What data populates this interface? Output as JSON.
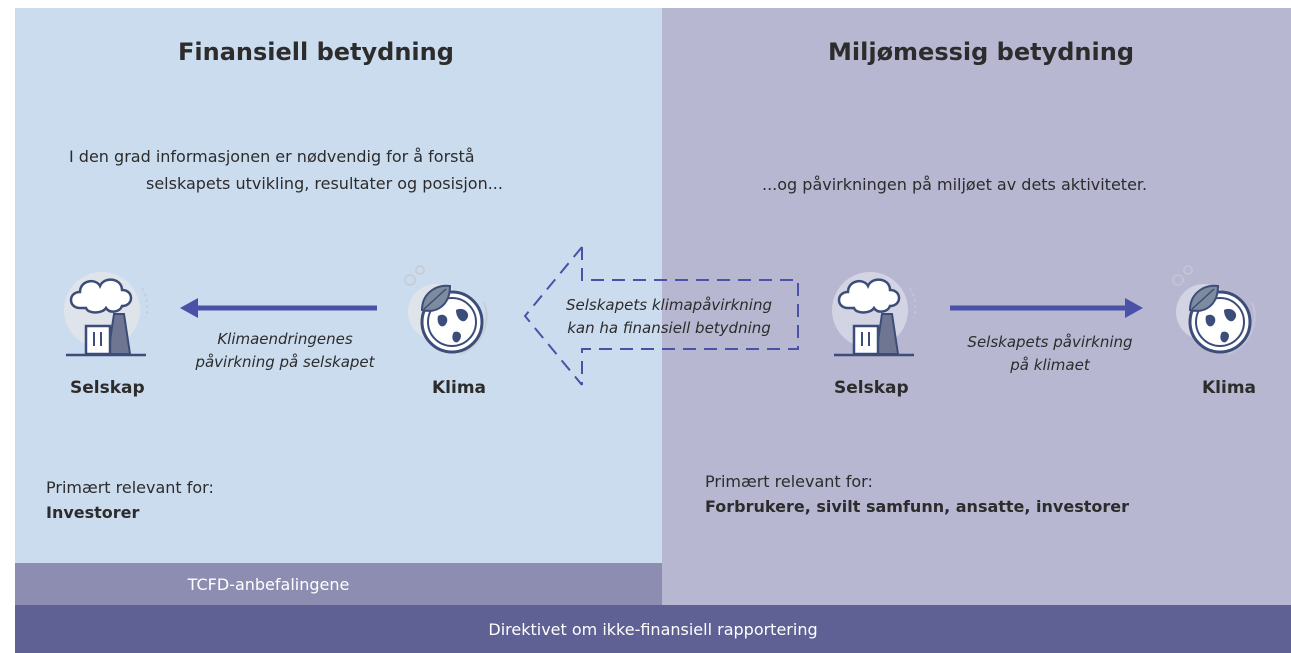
{
  "financial": {
    "title": "Finansiell betydning",
    "intro_line1": "I den grad informasjonen er nødvendig for å forstå",
    "intro_line2": "selskapets utvikling, resultater og posisjon...",
    "company_label": "Selskap",
    "climate_label": "Klima",
    "arrow_caption_line1": "Klimaendringenes",
    "arrow_caption_line2": "påvirkning på selskapet",
    "relevant_label": "Primært relevant for:",
    "relevant_value": "Investorer"
  },
  "environmental": {
    "title": "Miljømessig betydning",
    "intro": "...og påvirkningen på miljøet av dets aktiviteter.",
    "company_label": "Selskap",
    "climate_label": "Klima",
    "arrow_caption_line1": "Selskapets påvirkning",
    "arrow_caption_line2": "på klimaet",
    "relevant_label": "Primært relevant for:",
    "relevant_value": "Forbrukere, sivilt samfunn, ansatte, investorer"
  },
  "center_arrow": {
    "caption_line1": "Selskapets klimapåvirkning",
    "caption_line2": "kan ha finansiell betydning"
  },
  "footer": {
    "tcfd": "TCFD-anbefalingene",
    "directive": "Direktivet om ikke-finansiell rapportering"
  },
  "colors": {
    "left_panel": "#cbdcef",
    "right_panel": "#b7b7d1",
    "tcfd_bar": "#8c8db1",
    "directive_bar": "#5f6094",
    "arrow": "#4a51a6",
    "icon_line": "#3d4d7a"
  },
  "icons": [
    "factory-icon",
    "climate-globe-icon"
  ]
}
